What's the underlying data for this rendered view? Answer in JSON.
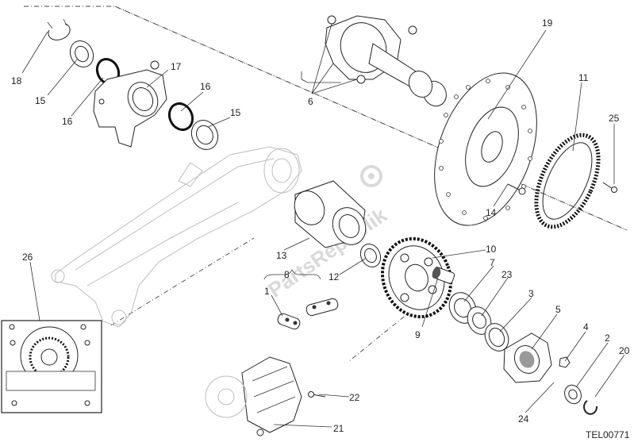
{
  "diagram": {
    "reference_code": "TEL00771",
    "watermark": "PartsRepublik",
    "callouts": [
      {
        "id": "c1",
        "label": "1"
      },
      {
        "id": "c2",
        "label": "2"
      },
      {
        "id": "c3",
        "label": "3"
      },
      {
        "id": "c4",
        "label": "4"
      },
      {
        "id": "c5",
        "label": "5"
      },
      {
        "id": "c6",
        "label": "6"
      },
      {
        "id": "c7",
        "label": "7"
      },
      {
        "id": "c8",
        "label": "8"
      },
      {
        "id": "c9",
        "label": "9"
      },
      {
        "id": "c10",
        "label": "10"
      },
      {
        "id": "c11",
        "label": "11"
      },
      {
        "id": "c12",
        "label": "12"
      },
      {
        "id": "c13",
        "label": "13"
      },
      {
        "id": "c14",
        "label": "14"
      },
      {
        "id": "c15a",
        "label": "15"
      },
      {
        "id": "c15b",
        "label": "15"
      },
      {
        "id": "c16a",
        "label": "16"
      },
      {
        "id": "c16b",
        "label": "16"
      },
      {
        "id": "c17",
        "label": "17"
      },
      {
        "id": "c18",
        "label": "18"
      },
      {
        "id": "c19",
        "label": "19"
      },
      {
        "id": "c20",
        "label": "20"
      },
      {
        "id": "c21",
        "label": "21"
      },
      {
        "id": "c22",
        "label": "22"
      },
      {
        "id": "c23",
        "label": "23"
      },
      {
        "id": "c24",
        "label": "24"
      },
      {
        "id": "c25",
        "label": "25"
      },
      {
        "id": "c26",
        "label": "26"
      }
    ]
  }
}
